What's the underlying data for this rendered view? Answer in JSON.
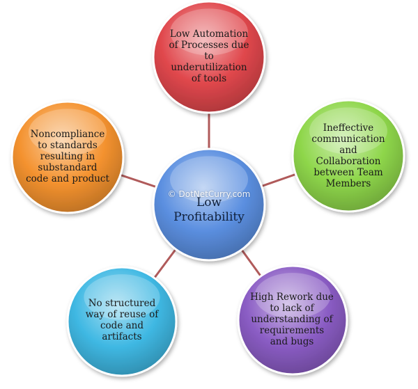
{
  "center": {
    "lines": [
      "Low",
      "Profitability"
    ],
    "color": "#5b8fe0"
  },
  "watermark": "© DotNetCurry.com",
  "nodes": [
    {
      "id": "automation",
      "text": "Low Automation\nof Processes due\nto\nunderutilization\nof tools",
      "color": "#e0474c"
    },
    {
      "id": "communication",
      "text": "Ineffective\ncommunication\nand\nCollaboration\nbetween  Team\nMembers",
      "color": "#8ed64a"
    },
    {
      "id": "rework",
      "text": "High Rework due\nto lack of\nunderstanding  of\nrequirements\nand bugs",
      "color": "#8a5cc4"
    },
    {
      "id": "reuse",
      "text": "No structured\nway of reuse of\ncode and\nartifacts",
      "color": "#3fb8e3"
    },
    {
      "id": "standards",
      "text": "Noncompliance\nto standards\nresulting  in\nsubstandard\ncode and product",
      "color": "#f4922f"
    }
  ],
  "connector_color": "#b05a5a"
}
